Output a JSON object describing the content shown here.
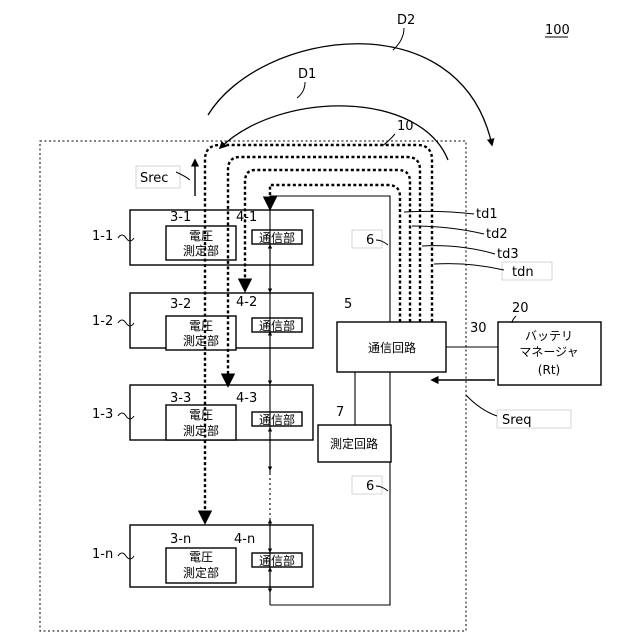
{
  "system_ref": "100",
  "enclosure_ref": "10",
  "path_refs": [
    "D1",
    "D2"
  ],
  "srec": "Srec",
  "sreq": "Sreq",
  "comm_line_ref": "6",
  "modules": [
    {
      "id": "1-1",
      "voltage_ref": "3-1",
      "comm_ref": "4-1",
      "voltage_label_1": "電圧",
      "voltage_label_2": "測定部",
      "comm_label": "通信部"
    },
    {
      "id": "1-2",
      "voltage_ref": "3-2",
      "comm_ref": "4-2",
      "voltage_label_1": "電圧",
      "voltage_label_2": "測定部",
      "comm_label": "通信部"
    },
    {
      "id": "1-3",
      "voltage_ref": "3-3",
      "comm_ref": "4-3",
      "voltage_label_1": "電圧",
      "voltage_label_2": "測定部",
      "comm_label": "通信部"
    },
    {
      "id": "1-n",
      "voltage_ref": "3-n",
      "comm_ref": "4-n",
      "voltage_label_1": "電圧",
      "voltage_label_2": "測定部",
      "comm_label": "通信部"
    }
  ],
  "comm_circuit": {
    "ref": "5",
    "label": "通信回路"
  },
  "measure_circuit": {
    "ref": "7",
    "label": "測定回路"
  },
  "battery_manager": {
    "ref": "20",
    "line_1": "バッテリ",
    "line_2": "マネージャ",
    "line_3": "(Rt)"
  },
  "bus_ref": "30",
  "delays": [
    "td1",
    "td2",
    "td3",
    "tdn"
  ]
}
